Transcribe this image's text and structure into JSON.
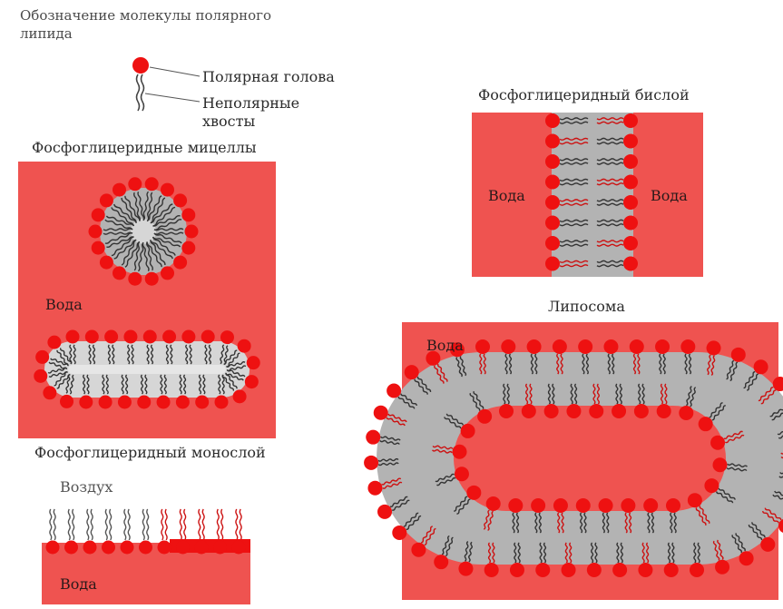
{
  "legend": {
    "title_line1": "Обозначение молекулы полярного",
    "title_line2": "липида",
    "head_label": "Полярная голова",
    "tails_label_line1": "Неполярные",
    "tails_label_line2": "хвосты"
  },
  "micelles": {
    "title": "Фосфоглицеридные мицеллы",
    "water": "Вода"
  },
  "monolayer": {
    "title": "Фосфоглицеридный монослой",
    "air": "Воздух",
    "water": "Вода"
  },
  "bilayer": {
    "title": "Фосфоглицеридный бислой",
    "water_left": "Вода",
    "water_right": "Вода"
  },
  "liposome": {
    "title": "Липосома",
    "water": "Вода"
  },
  "colors": {
    "water_red": "#ef5350",
    "head_red": "#ee1111",
    "core_gray": "#b3b3b3",
    "core_light": "#d6d6d6",
    "tail_dark": "#333333",
    "tail_red": "#cc1111"
  }
}
